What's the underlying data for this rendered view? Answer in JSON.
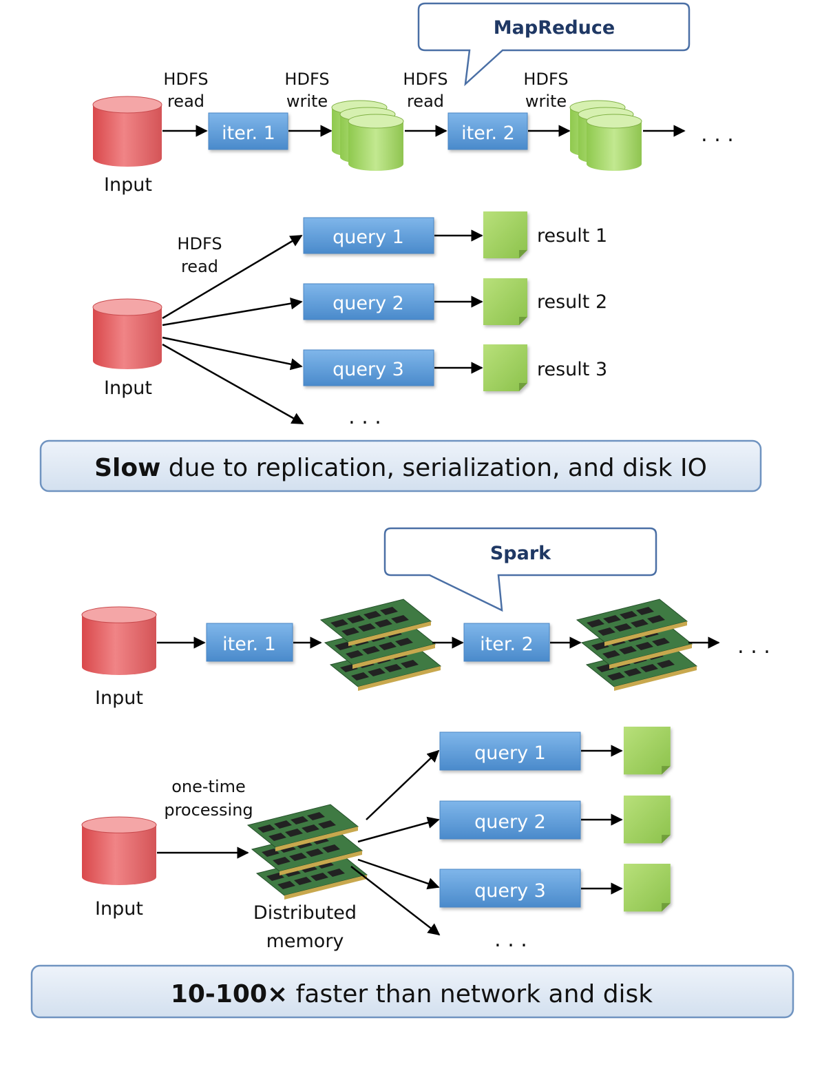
{
  "mapreduce": {
    "callout": "MapReduce",
    "iter": {
      "hdfs_read_1": [
        "HDFS",
        "read"
      ],
      "hdfs_write_1": [
        "HDFS",
        "write"
      ],
      "hdfs_read_2": [
        "HDFS",
        "read"
      ],
      "hdfs_write_2": [
        "HDFS",
        "write"
      ],
      "iter1": "iter. 1",
      "iter2": "iter. 2",
      "input": "Input",
      "ellipsis": ". . ."
    },
    "query": {
      "hdfs_read": [
        "HDFS",
        "read"
      ],
      "queries": [
        "query 1",
        "query 2",
        "query 3"
      ],
      "results": [
        "result 1",
        "result 2",
        "result 3"
      ],
      "input": "Input",
      "ellipsis": ". . ."
    },
    "banner_bold": "Slow",
    "banner_rest": " due to replication, serialization, and disk IO"
  },
  "spark": {
    "callout": "Spark",
    "iter": {
      "iter1": "iter. 1",
      "iter2": "iter. 2",
      "input": "Input",
      "ellipsis": ". . ."
    },
    "query": {
      "processing": [
        "one-time",
        "processing"
      ],
      "queries": [
        "query 1",
        "query 2",
        "query 3"
      ],
      "memory": [
        "Distributed",
        "memory"
      ],
      "input": "Input",
      "ellipsis": ". . ."
    },
    "banner_bold": "10-100×",
    "banner_rest": " faster than network and disk"
  },
  "colors": {
    "input_db": "#e8696b",
    "disk_green": "#a6d96a",
    "query_blue": "#5b9bd5",
    "callout_border": "#4a6fa5",
    "banner_fill": "#dde8f3"
  }
}
